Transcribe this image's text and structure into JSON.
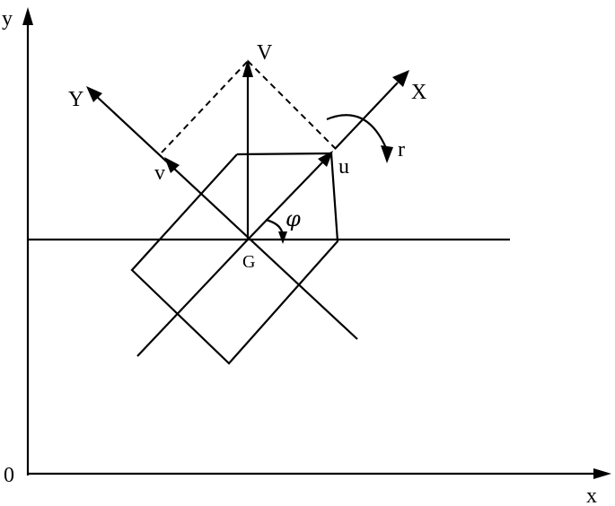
{
  "labels": {
    "y_axis": "y",
    "x_axis": "x",
    "origin": "0",
    "body_x_axis": "X",
    "body_y_axis": "Y",
    "velocity_total": "V",
    "velocity_u": "u",
    "velocity_v": "v",
    "yaw_rate": "r",
    "heading_angle": "φ",
    "center_of_gravity": "G"
  }
}
